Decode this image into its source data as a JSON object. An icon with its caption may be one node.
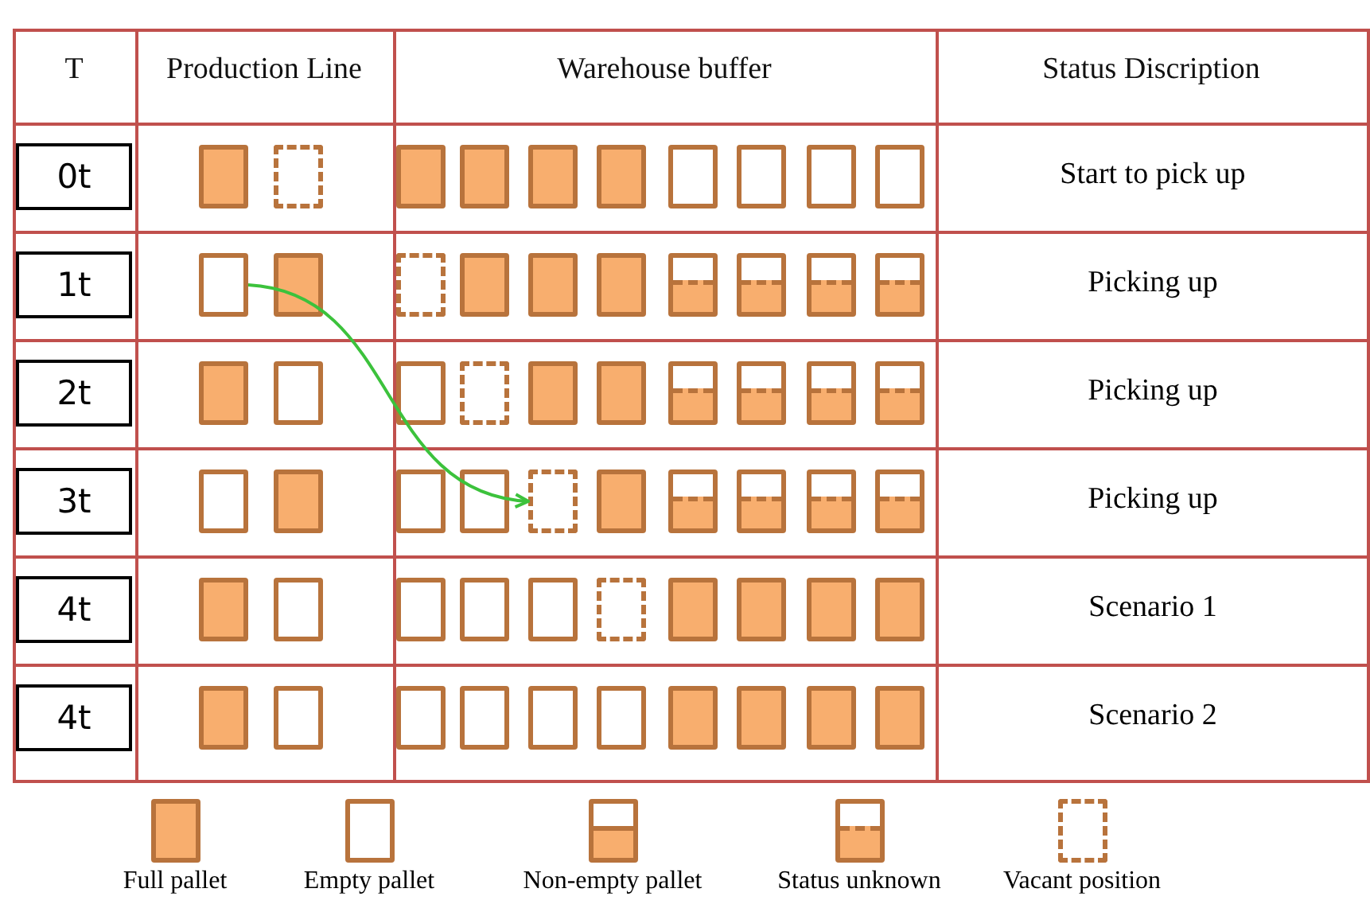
{
  "diagram": {
    "nodes": [
      {
        "text": [
          "0t"
        ]
      },
      {
        "text": [
          "1t"
        ]
      },
      {
        "text": [],
        "shape": "box"
      },
      {
        "text": [
          "2t"
        ]
      },
      {
        "text": [
          "3t"
        ]
      },
      {
        "text": [],
        "shape": "box"
      },
      {
        "text": [
          "4t"
        ]
      },
      {
        "text": [
          "4t"
        ]
      }
    ],
    "edges": [
      {
        "from": 2,
        "to": 5,
        "arrow": "to",
        "color": "#3cc23c"
      }
    ],
    "labels": [
      "T",
      "Production Line",
      "Warehouse buffer",
      "Status Discription",
      "Start to pick up",
      "Picking up",
      "Picking up",
      "Picking up",
      "Scenario  1",
      "Scenario  2"
    ],
    "legend": [
      {
        "text": "Full pallet"
      },
      {
        "text": "Empty pallet"
      },
      {
        "text": "Non-empty pallet"
      },
      {
        "text": "Status unknown"
      },
      {
        "text": "Vacant position"
      }
    ]
  }
}
